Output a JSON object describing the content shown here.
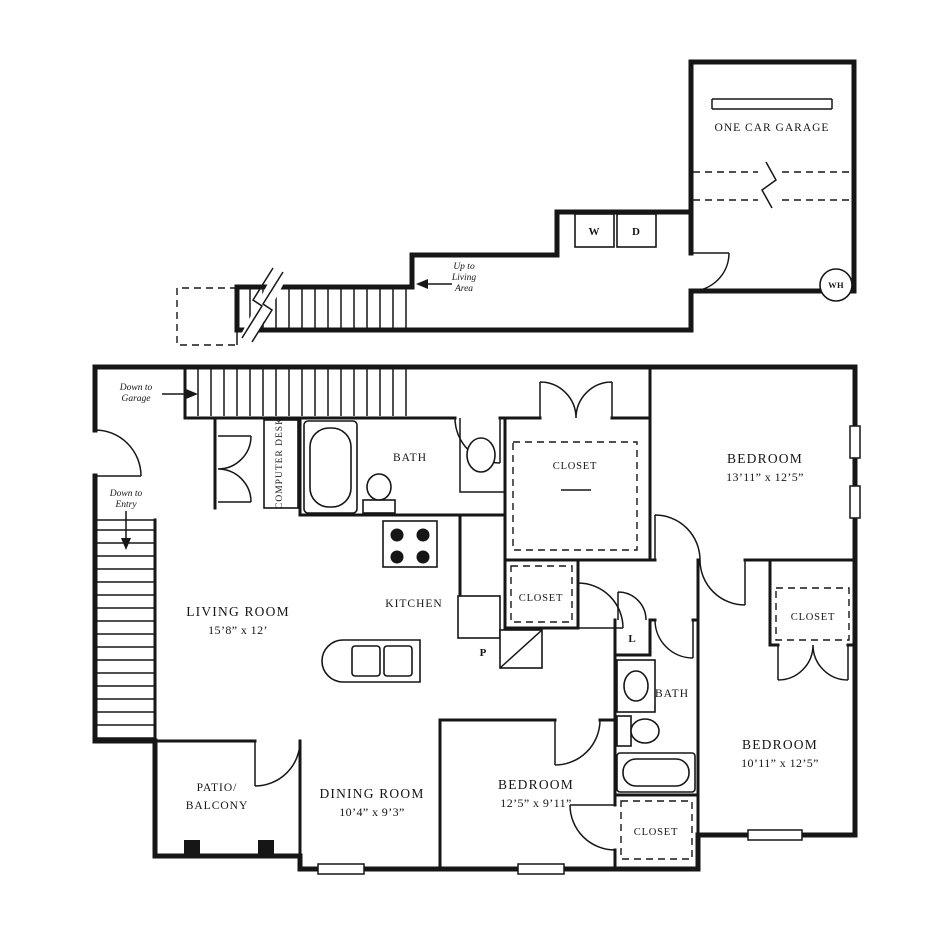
{
  "upper": {
    "garage_label": "ONE CAR GARAGE",
    "washer": "W",
    "dryer": "D",
    "water_heater": "WH",
    "up_to_living": [
      "Up to",
      "Living",
      "Area"
    ]
  },
  "main": {
    "down_to_garage": [
      "Down to",
      "Garage"
    ],
    "down_to_entry": [
      "Down to",
      "Entry"
    ],
    "computer_desk": "COMPUTER DESK",
    "bath_upper": "BATH",
    "bath_lower": "BATH",
    "closet_master": "CLOSET",
    "closet_hall": "CLOSET",
    "closet_bedroom2": "CLOSET",
    "closet_bedroom3": "CLOSET",
    "pantry": "P",
    "linen": "L",
    "kitchen": "KITCHEN",
    "living": {
      "name": "LIVING ROOM",
      "dims": "15’8” x 12’"
    },
    "dining": {
      "name": "DINING ROOM",
      "dims": "10’4” x 9’3”"
    },
    "patio": [
      "PATIO/",
      "BALCONY"
    ],
    "bedroom1": {
      "name": "BEDROOM",
      "dims": "13’11” x 12’5”"
    },
    "bedroom2": {
      "name": "BEDROOM",
      "dims": "10’11” x 12’5”"
    },
    "bedroom3": {
      "name": "BEDROOM",
      "dims": "12’5” x 9’11”"
    }
  }
}
